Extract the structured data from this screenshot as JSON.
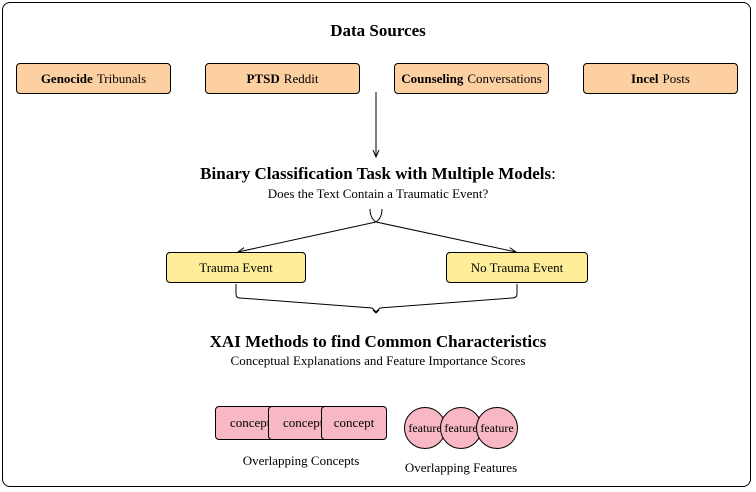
{
  "data_sources": {
    "title": "Data Sources",
    "items": [
      {
        "bold": "Genocide",
        "rest": "Tribunals"
      },
      {
        "bold": "PTSD",
        "rest": "Reddit"
      },
      {
        "bold": "Counseling",
        "rest": "Conversations"
      },
      {
        "bold": "Incel",
        "rest": "Posts"
      }
    ],
    "fill_color": "#fdd0a2"
  },
  "classification": {
    "title_bold": "Binary Classification Task with Multiple Models",
    "title_colon": ":",
    "subtitle": "Does the Text Contain a Traumatic Event?",
    "classes": [
      "Trauma Event",
      "No Trauma Event"
    ],
    "fill_color": "#ffee99"
  },
  "xai": {
    "title": "XAI Methods to find Common Characteristics",
    "subtitle": "Conceptual Explanations and Feature Importance Scores",
    "concepts": [
      "concept",
      "concept",
      "concept"
    ],
    "concepts_caption": "Overlapping Concepts",
    "features": [
      "feature",
      "feature",
      "feature"
    ],
    "features_caption": "Overlapping Features",
    "fill_color": "#f7b8c4"
  }
}
